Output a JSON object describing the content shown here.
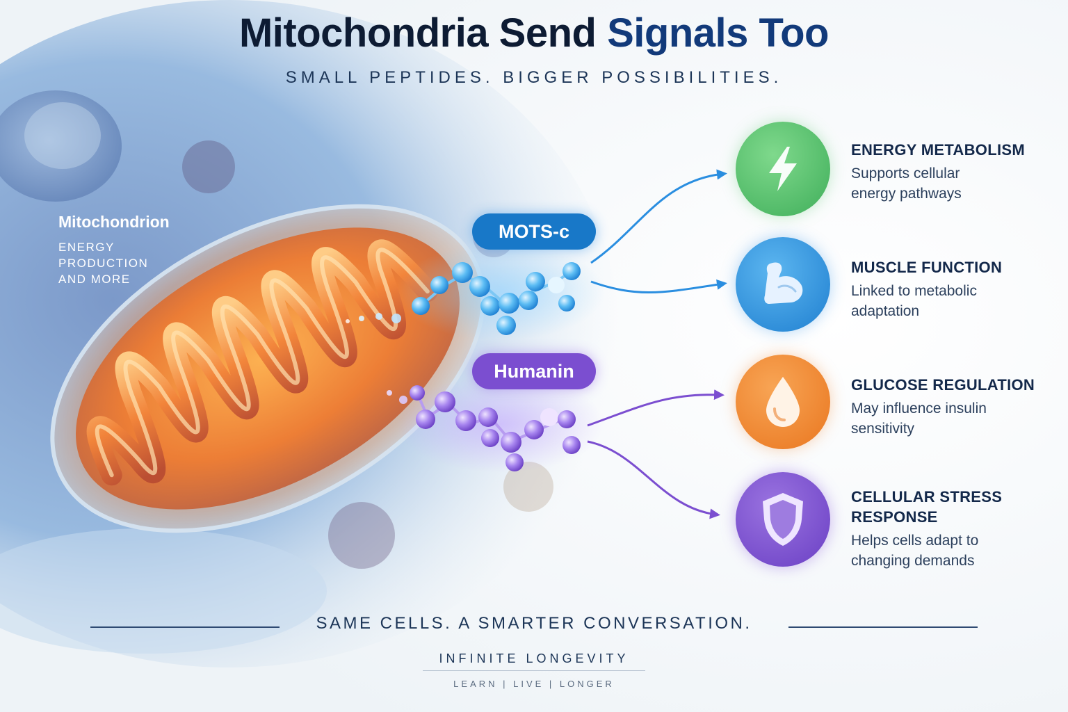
{
  "header": {
    "title_part1": "Mitochondria Send ",
    "title_part2": "Signals Too",
    "subtitle": "SMALL PEPTIDES. BIGGER POSSIBILITIES."
  },
  "mitochondrion": {
    "label": "Mitochondrion",
    "description": "ENERGY PRODUCTION AND MORE"
  },
  "peptides": [
    {
      "name": "MOTS-c",
      "color": "#1878c8"
    },
    {
      "name": "Humanin",
      "color": "#7b4ed0"
    }
  ],
  "benefits": [
    {
      "title": "ENERGY METABOLISM",
      "text": "Supports cellular energy pathways",
      "icon": "lightning-icon",
      "color": "#4cbb64"
    },
    {
      "title": "MUSCLE FUNCTION",
      "text": "Linked to metabolic adaptation",
      "icon": "flexed-arm-icon",
      "color": "#2a8ad8"
    },
    {
      "title": "GLUCOSE REGULATION",
      "text": "May influence insulin sensitivity",
      "icon": "droplet-icon",
      "color": "#ef8428"
    },
    {
      "title": "CELLULAR STRESS RESPONSE",
      "text": "Helps cells adapt to changing demands",
      "icon": "shield-icon",
      "color": "#7446cc"
    }
  ],
  "footer": {
    "tagline": "SAME CELLS. A SMARTER CONVERSATION.",
    "brand": "INFINITE LONGEVITY",
    "brand_sub": "LEARN | LIVE | LONGER"
  }
}
